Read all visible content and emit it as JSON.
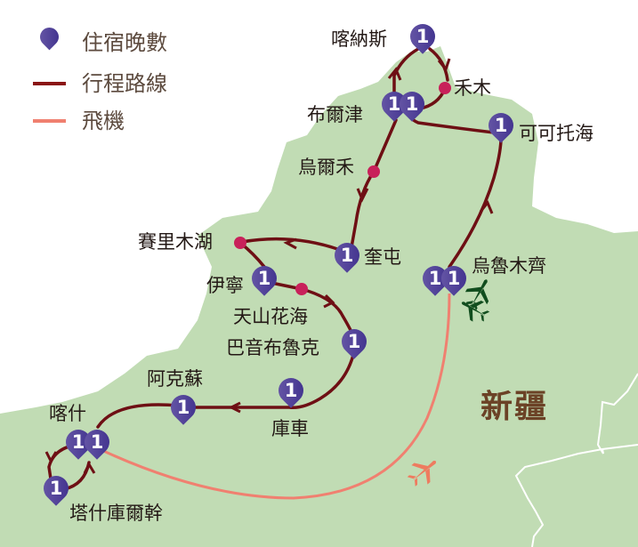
{
  "legend": {
    "stay_label": "住宿晚數",
    "route_label": "行程路線",
    "flight_label": "飛機"
  },
  "colors": {
    "land": "#c1dcb4",
    "route": "#6e0f14",
    "flight": "#f08070",
    "pin": "#4b3c96",
    "dot": "#c8215a",
    "airport": "#114d1e",
    "region_text": "#6b4226"
  },
  "region": "新疆",
  "places": {
    "kanas": "喀納斯",
    "hemu": "禾木",
    "burqin": "布爾津",
    "koktokay": "可可托海",
    "urho": "烏爾禾",
    "sayram": "賽里木湖",
    "kuytun": "奎屯",
    "yining": "伊寧",
    "tianshan": "天山花海",
    "bayanbulak": "巴音布魯克",
    "aksu": "阿克蘇",
    "kuqa": "庫車",
    "kashgar": "喀什",
    "tashkurgan": "塔什庫爾幹",
    "urumqi": "烏魯木齊"
  },
  "nights": {
    "kanas": "1",
    "burqin_1": "1",
    "burqin_2": "1",
    "koktokay": "1",
    "kuytun": "1",
    "yining": "1",
    "bayanbulak": "1",
    "kuqa": "1",
    "aksu": "1",
    "kashgar_1": "1",
    "kashgar_2": "1",
    "tashkurgan": "1",
    "urumqi_1": "1",
    "urumqi_2": "1"
  },
  "icons": {
    "airport": "airplane-icon",
    "flight": "airplane-icon",
    "stay": "map-pin-icon",
    "stop": "dot-icon"
  }
}
